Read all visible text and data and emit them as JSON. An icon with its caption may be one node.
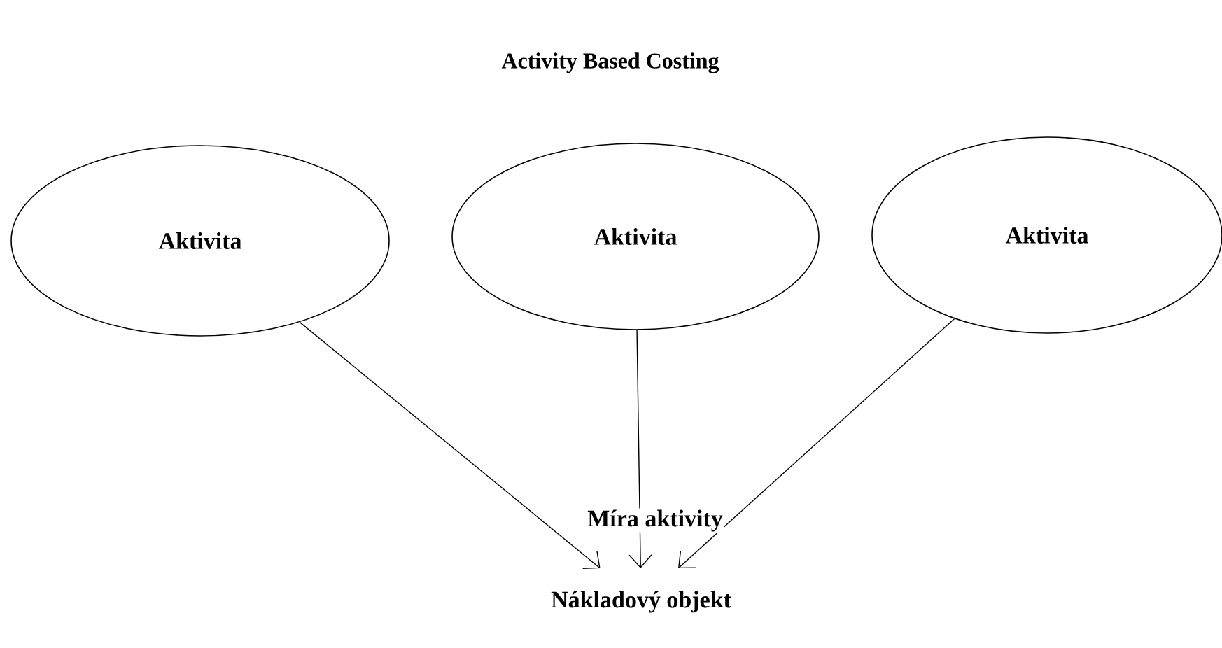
{
  "diagram": {
    "title": "Activity Based Costing",
    "nodes": [
      {
        "text": [
          "Aktivita"
        ]
      },
      {
        "text": [
          "Aktivita"
        ]
      },
      {
        "text": [
          "Aktivita"
        ]
      },
      {
        "text": [
          "Nákladový objekt"
        ]
      }
    ],
    "edges": [
      {
        "from": 0,
        "to": 3,
        "arrow": "to"
      },
      {
        "from": 1,
        "to": 3,
        "arrow": "to"
      },
      {
        "from": 2,
        "to": 3,
        "arrow": "to"
      }
    ],
    "labels": [
      "Míra aktivity"
    ]
  }
}
